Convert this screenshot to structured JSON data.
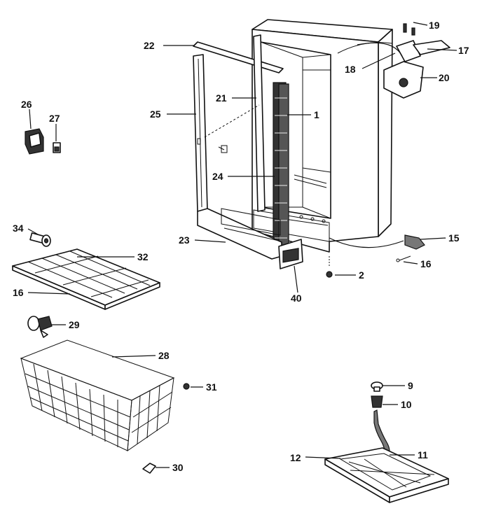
{
  "callouts": {
    "c1": "1",
    "c2": "2",
    "c9": "9",
    "c10": "10",
    "c11": "11",
    "c12": "12",
    "c15": "15",
    "c16a": "16",
    "c16b": "16",
    "c17": "17",
    "c18": "18",
    "c19": "19",
    "c20": "20",
    "c21": "21",
    "c22": "22",
    "c23": "23",
    "c24": "24",
    "c25": "25",
    "c26": "26",
    "c27": "27",
    "c28": "28",
    "c29": "29",
    "c30": "30",
    "c31": "31",
    "c32": "32",
    "c34": "34",
    "c40": "40"
  }
}
